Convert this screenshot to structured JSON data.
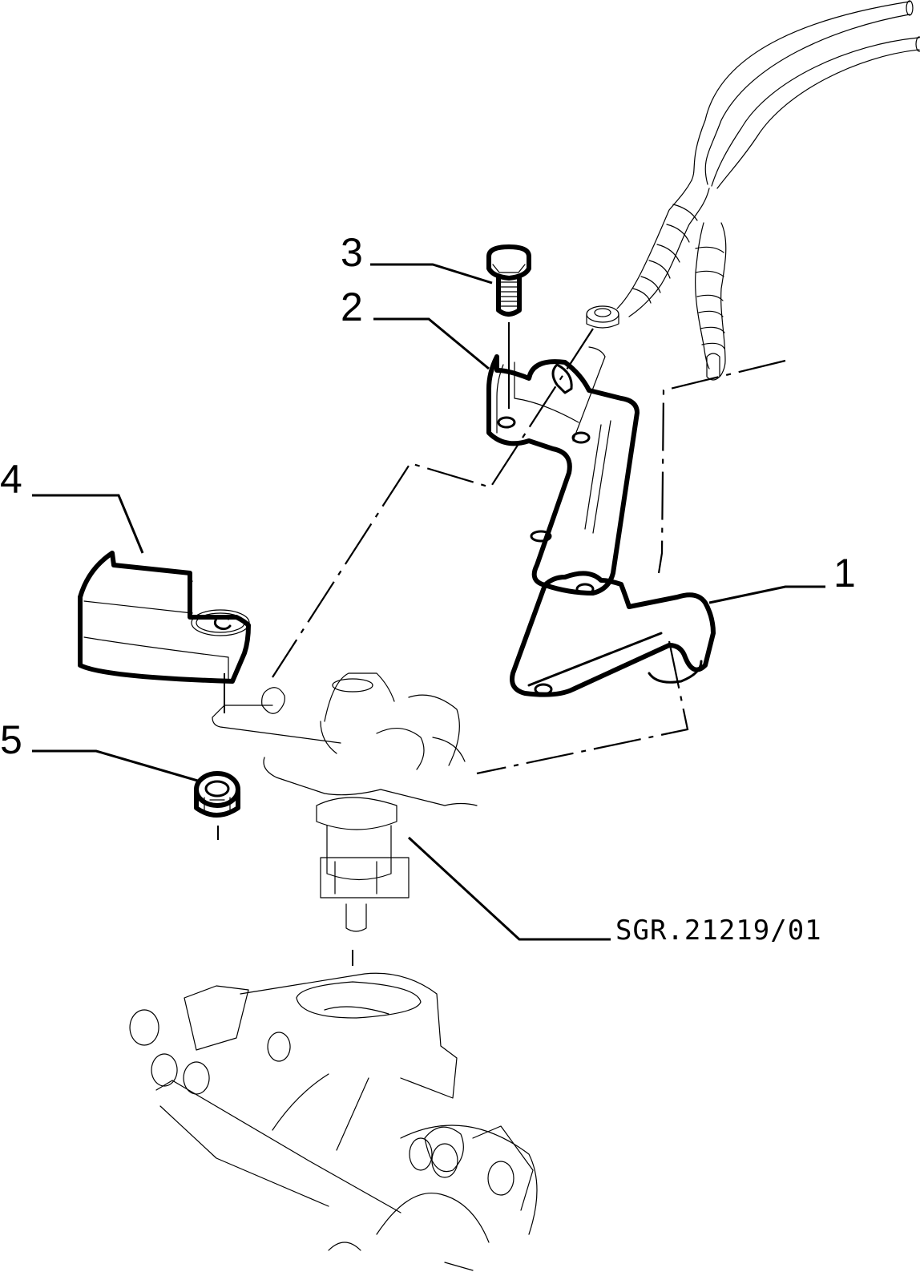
{
  "diagram": {
    "reference_code": "SGR.21219/01",
    "callouts": [
      {
        "id": "1",
        "label": "1",
        "part": "lower-bracket"
      },
      {
        "id": "2",
        "label": "2",
        "part": "upper-bracket"
      },
      {
        "id": "3",
        "label": "3",
        "part": "bolt"
      },
      {
        "id": "4",
        "label": "4",
        "part": "sensor-cover"
      },
      {
        "id": "5",
        "label": "5",
        "part": "nut"
      }
    ],
    "colors": {
      "ink": "#000000",
      "paper": "#ffffff"
    }
  }
}
